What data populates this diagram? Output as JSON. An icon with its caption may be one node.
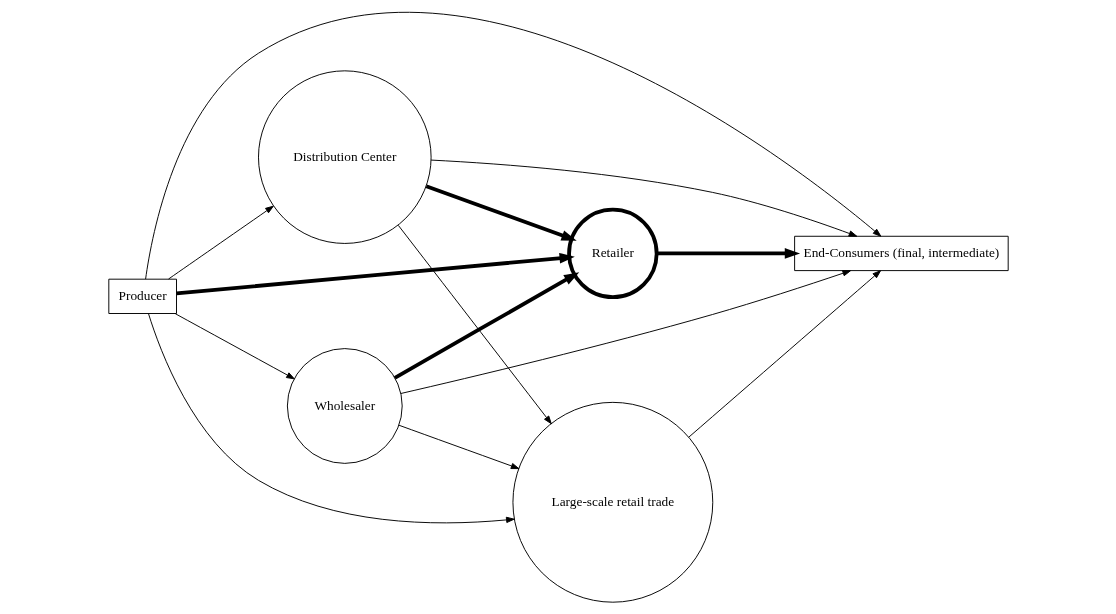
{
  "diagram": {
    "nodes": [
      {
        "text": [
          "Producer"
        ]
      },
      {
        "text": [
          "End-Consumers (final, intermediate)"
        ]
      },
      {
        "text": [
          "Distribution Center"
        ]
      },
      {
        "text": [
          "Retailer"
        ]
      },
      {
        "text": [
          "Wholesaler"
        ]
      },
      {
        "text": [
          "Large-scale retail trade"
        ]
      }
    ],
    "edges": [
      {
        "from": 0,
        "to": 1,
        "arrow": "to"
      },
      {
        "from": 0,
        "to": 2,
        "arrow": "to"
      },
      {
        "from": 0,
        "to": 3,
        "arrow": "to",
        "style": "thick"
      },
      {
        "from": 0,
        "to": 4,
        "arrow": "to"
      },
      {
        "from": 0,
        "to": 5,
        "arrow": "to"
      },
      {
        "from": 2,
        "to": 1,
        "arrow": "to"
      },
      {
        "from": 2,
        "to": 3,
        "arrow": "to",
        "style": "thick"
      },
      {
        "from": 2,
        "to": 5,
        "arrow": "to"
      },
      {
        "from": 4,
        "to": 3,
        "arrow": "to",
        "style": "thick"
      },
      {
        "from": 4,
        "to": 1,
        "arrow": "to"
      },
      {
        "from": 4,
        "to": 5,
        "arrow": "to"
      },
      {
        "from": 3,
        "to": 1,
        "arrow": "to",
        "style": "thick"
      },
      {
        "from": 5,
        "to": 1,
        "arrow": "to"
      }
    ]
  }
}
